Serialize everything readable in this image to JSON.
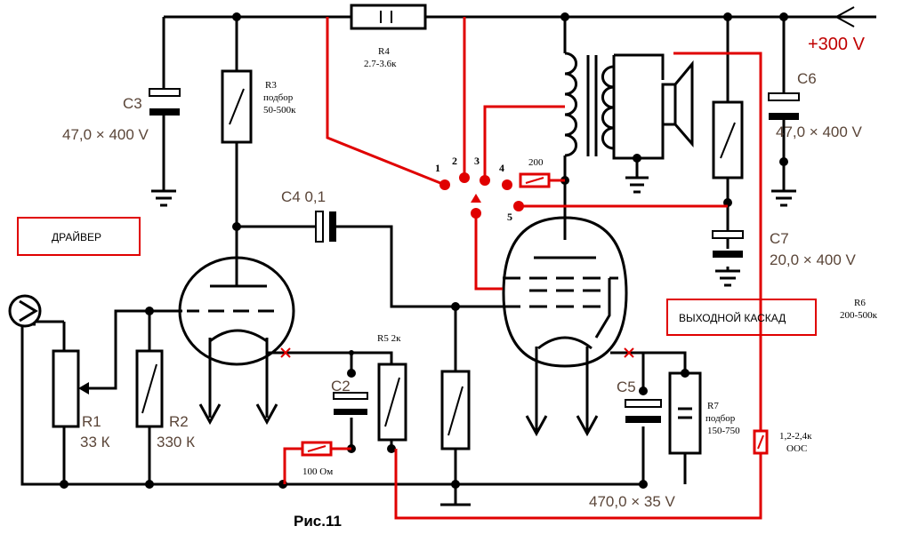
{
  "colors": {
    "wire": "#000000",
    "mod": "#e00000",
    "value_text": "#5a4538",
    "label_text": "#000000"
  },
  "supply": {
    "label": "+300 V"
  },
  "figure": {
    "caption": "Рис.11"
  },
  "stages": {
    "driver": "ДРАЙВЕР",
    "output": "ВЫХОДНОЙ КАСКАД"
  },
  "components": {
    "c3": {
      "ref": "C3",
      "value": "47,0 × 400 V"
    },
    "c6": {
      "ref": "C6",
      "value": "47,0 × 400 V"
    },
    "c7": {
      "ref": "C7",
      "value": "20,0 × 400 V"
    },
    "r3": {
      "ref": "R3",
      "line1": "подбор",
      "line2": "50-500к"
    },
    "r4": {
      "ref": "R4",
      "value": "2.7-3.6к"
    },
    "c4": {
      "label": "C4 0,1"
    },
    "r1": {
      "ref": "R1",
      "value": "33 К"
    },
    "r2": {
      "ref": "R2",
      "value": "330 К"
    },
    "r5": {
      "label": "R5  2к"
    },
    "c2": {
      "ref": "C2"
    },
    "c5": {
      "ref": "C5"
    },
    "r7": {
      "ref": "R7",
      "line1": "подбор",
      "line2": "150-750"
    },
    "r6": {
      "ref": "R6",
      "value": "200-500к"
    },
    "r100": {
      "value": "100 Ом"
    },
    "r200": {
      "value": "200"
    },
    "oos": {
      "line1": "1,2-2,4к",
      "line2": "ООС"
    },
    "cathode_cap": {
      "value": "470,0 × 35 V"
    }
  },
  "switch_positions": [
    "1",
    "2",
    "3",
    "4",
    "5"
  ]
}
